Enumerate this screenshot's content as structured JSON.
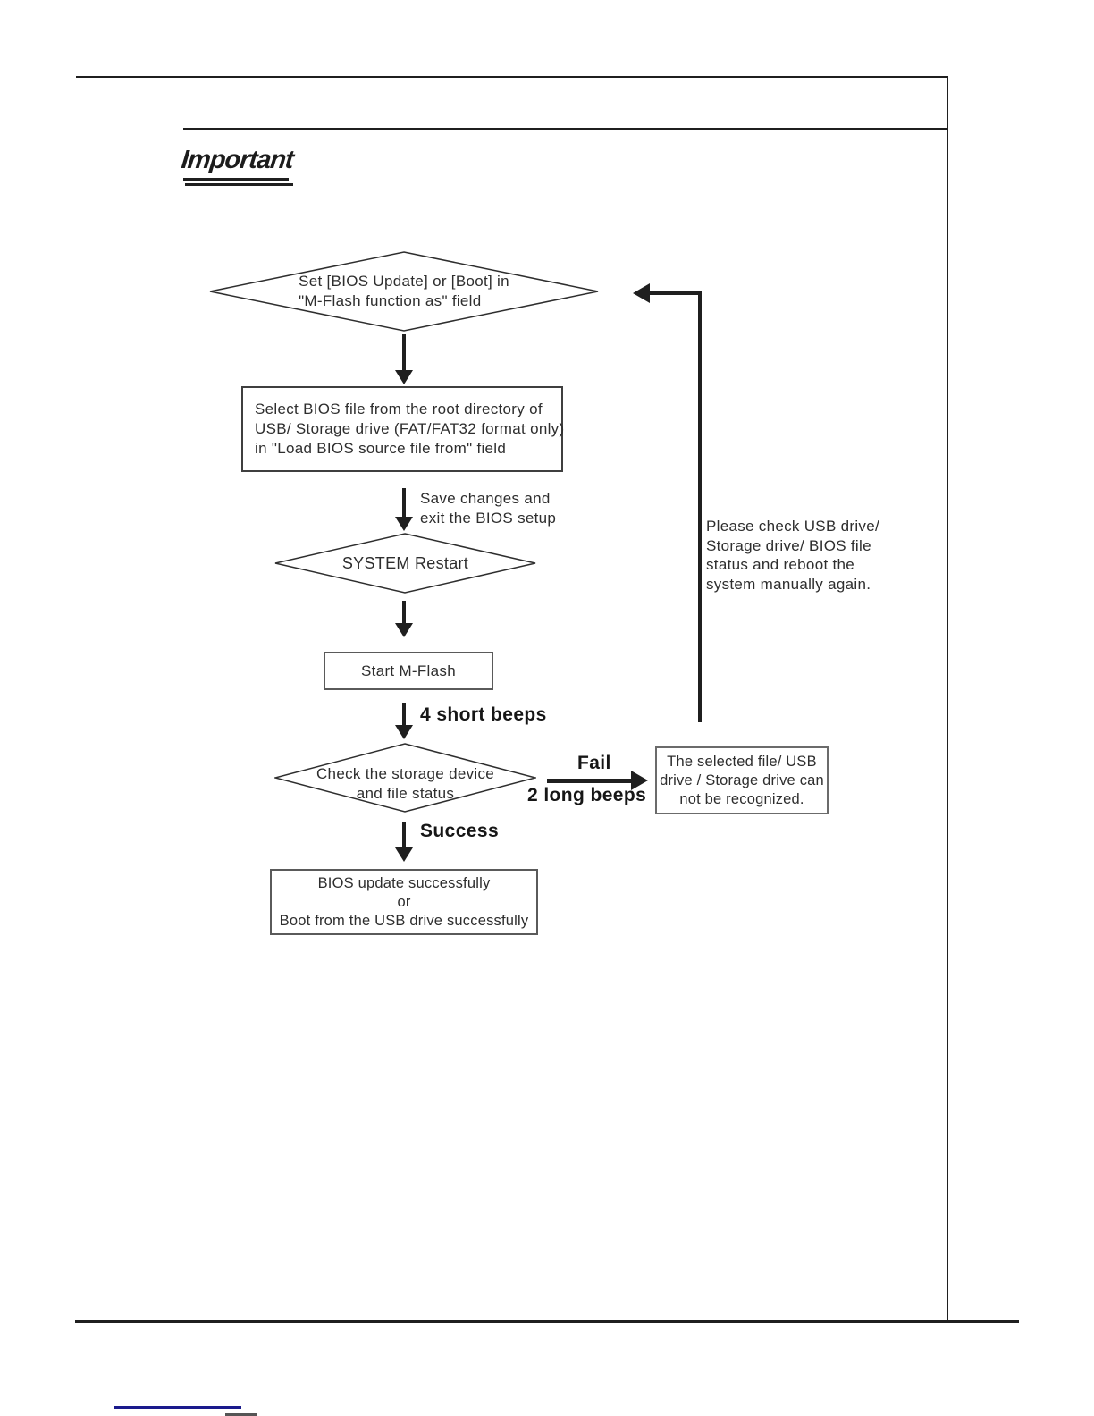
{
  "page": {
    "logo_text": "Important"
  },
  "flowchart": {
    "diamond_set_mflash": {
      "line1": "Set [BIOS Update] or [Boot] in",
      "line2": "\"M-Flash function as\" field"
    },
    "rect_select_bios": {
      "line1": "Select BIOS file from the root directory of",
      "line2": "USB/ Storage drive (FAT/FAT32 format only)",
      "line3": "in \"Load BIOS source file from\" field"
    },
    "label_save_changes": {
      "line1": "Save changes and",
      "line2": "exit the BIOS setup"
    },
    "diamond_system_restart": {
      "line1": "SYSTEM Restart"
    },
    "rect_start_mflash": {
      "line1": "Start M-Flash"
    },
    "label_four_beeps": "4 short beeps",
    "diamond_check_storage": {
      "line1": "Check the storage device",
      "line2": "and file status"
    },
    "label_fail": "Fail",
    "label_two_beeps": "2 long beeps",
    "rect_not_recognized": {
      "line1": "The selected file/ USB",
      "line2": "drive / Storage drive can",
      "line3": "not be recognized."
    },
    "label_success": "Success",
    "rect_bios_updated": {
      "line1": "BIOS update successfully",
      "line2": "or",
      "line3": "Boot from the USB drive successfully"
    },
    "note_check_usb": {
      "line1": "Please check USB drive/",
      "line2": "Storage drive/ BIOS file",
      "line3": "status and reboot the",
      "line4": "system manually again."
    }
  },
  "colors": {
    "stroke": "#1f1f1f",
    "shape_border": "#4d4d4d",
    "text": "#2e2e2e",
    "footer_rule": "#1a1a8c"
  }
}
